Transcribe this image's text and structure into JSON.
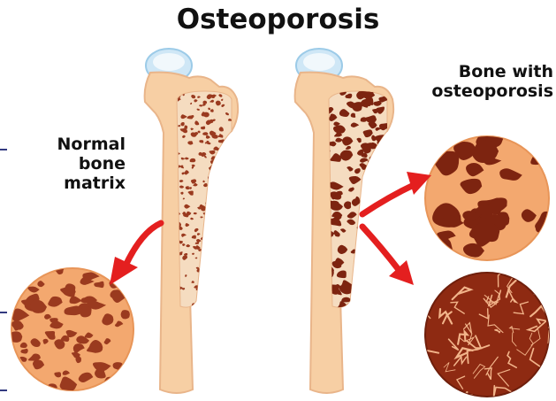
{
  "title": "Osteoporosis",
  "labels": {
    "normal": [
      "Normal",
      "bone",
      "matrix"
    ],
    "osteoporosis": [
      "Bone with",
      "osteoporosis"
    ]
  },
  "colors": {
    "bone_fill": "#f7cfa4",
    "bone_edge": "#e9b58a",
    "spongy_fill": "#f5dcc0",
    "pore_normal": "#9a3a1f",
    "pore_osteo": "#7d2410",
    "cartilage": "#cfe7f6",
    "arrow_red": "#e41f1f",
    "circle_normal": "#f3a86f",
    "circle_severe": "#8e2a12"
  },
  "icons": {
    "normal_bone": "femur-normal-icon",
    "osteo_bone": "femur-osteoporosis-icon",
    "normal_cross_section": "bone-cross-section-normal-icon",
    "osteo_cross_section": "bone-cross-section-osteoporosis-icon",
    "severe_cross_section": "bone-cross-section-severe-icon",
    "arrows": "red-arrow-icon"
  }
}
